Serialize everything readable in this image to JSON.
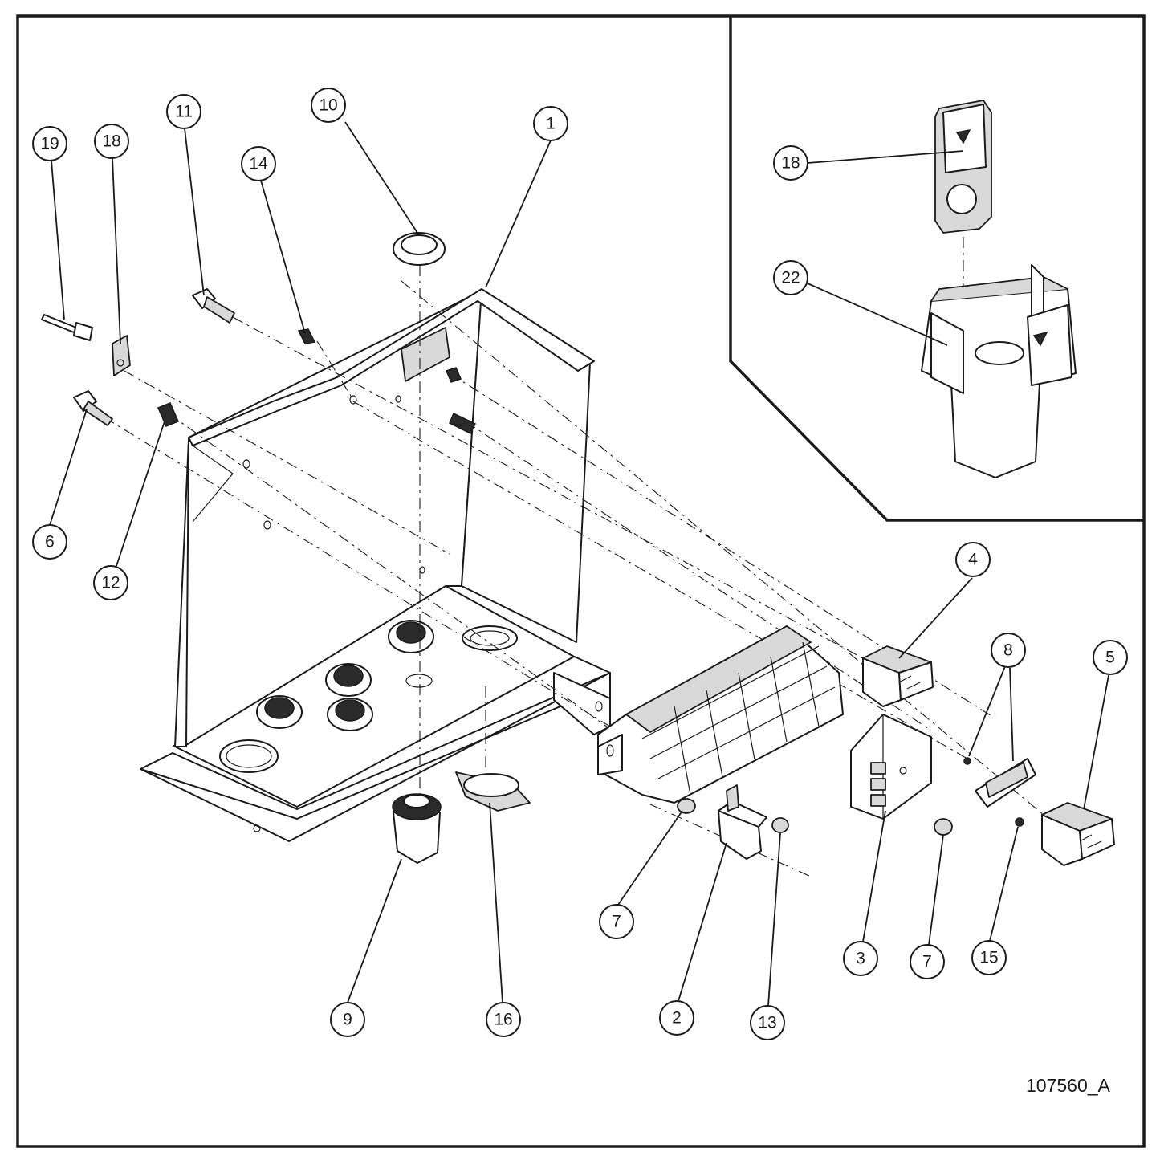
{
  "drawing_number": "107560_A",
  "callouts": {
    "c1": "1",
    "c2": "2",
    "c3": "3",
    "c4": "4",
    "c5": "5",
    "c6": "6",
    "c7a": "7",
    "c7b": "7",
    "c8": "8",
    "c9": "9",
    "c10": "10",
    "c11": "11",
    "c12": "12",
    "c13": "13",
    "c14": "14",
    "c15": "15",
    "c16": "16",
    "c18": "18",
    "c19": "19",
    "inset18": "18",
    "inset22": "22"
  }
}
